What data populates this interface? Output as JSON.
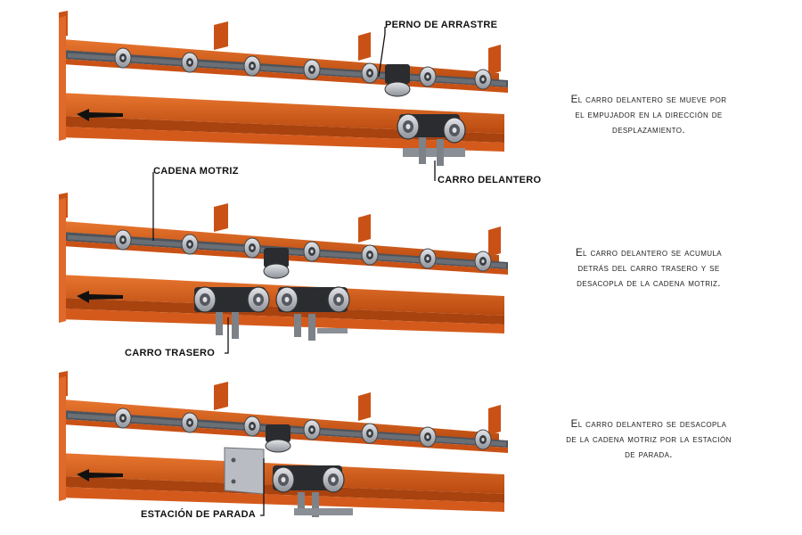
{
  "panels": [
    {
      "description": [
        "El carro delantero se mueve por",
        "el empujador en la dirección de",
        "desplazamiento."
      ],
      "labels": [
        "PERNO DE ARRASTRE",
        "CARRO DELANTERO"
      ]
    },
    {
      "description": [
        "El carro delantero se acumula",
        "detrás del carro trasero y se",
        "desacopla de la cadena motriz."
      ],
      "labels": [
        "CADENA MOTRIZ",
        "CARRO TRASERO"
      ]
    },
    {
      "description": [
        "El carro delantero se desacopla",
        "de la cadena motriz por la estación",
        "de parada."
      ],
      "labels": [
        "ESTACIÓN DE PARADA"
      ]
    }
  ],
  "colors": {
    "beam": "#d45a1c",
    "beam_dark": "#a8420f",
    "beam_light": "#e8762f",
    "chain": "#5b6068",
    "roller": "#c9ccd1",
    "carrier": "#2a2c30",
    "arrow": "#111111"
  },
  "icons": [
    "arrow-left-icon",
    "drive-chain",
    "trolley",
    "roller"
  ]
}
